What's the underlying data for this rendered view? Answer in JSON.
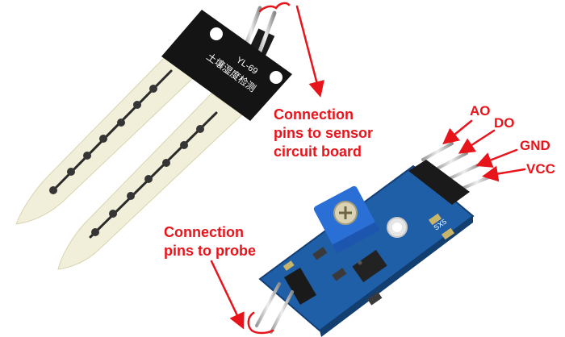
{
  "probe": {
    "silkscreen_model": "YL-69",
    "silkscreen_chinese": "土壤湿度检测"
  },
  "module": {
    "silkscreen_label": "SX5"
  },
  "callouts": {
    "sensor_board_pins": [
      "Connection",
      "pins to sensor",
      "circuit board"
    ],
    "probe_pins": [
      "Connection",
      "pins to probe"
    ]
  },
  "pin_labels": {
    "ao": "AO",
    "do": "DO",
    "gnd": "GND",
    "vcc": "VCC"
  },
  "colors": {
    "annotation_red": "#e8141b",
    "pcb_blue": "#1f5fa8",
    "probe_black": "#141414",
    "probe_body": "#f1efd9",
    "potentiometer_blue": "#2a6fd6",
    "gold_pads": "#c9b56a"
  }
}
